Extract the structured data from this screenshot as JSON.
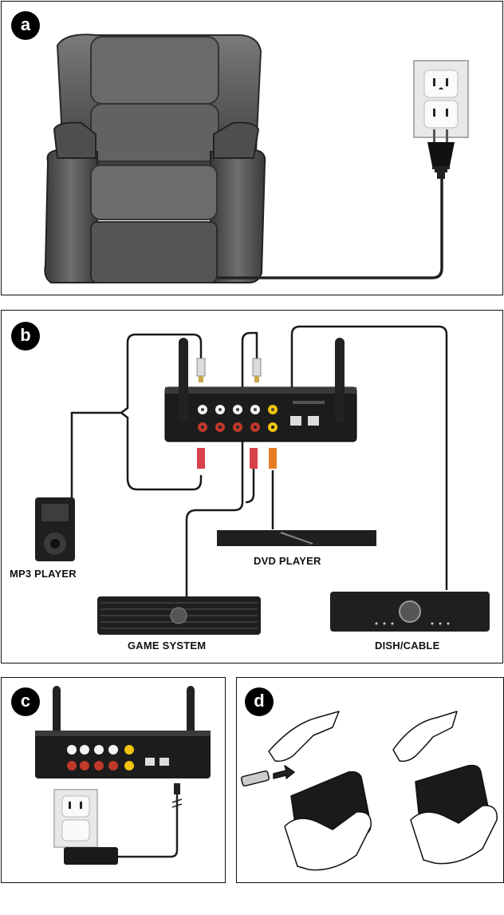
{
  "panels": {
    "a": {
      "badge": "a"
    },
    "b": {
      "badge": "b",
      "labels": {
        "mp3": "MP3 PLAYER",
        "dvd": "DVD PLAYER",
        "game": "GAME SYSTEM",
        "dish": "DISH/CABLE"
      }
    },
    "c": {
      "badge": "c"
    },
    "d": {
      "badge": "d"
    }
  },
  "colors": {
    "cable_red": "#d8404a",
    "cable_orange": "#e67e22",
    "cable_white": "#dcdcdc",
    "jack_red": "#c0392b",
    "jack_yellow": "#f1c40f",
    "device_dark": "#1c1c1c",
    "chair_gray": "#5e5e5e"
  },
  "icons": [
    "armchair-icon",
    "wall-outlet-icon",
    "plug-icon",
    "receiver-icon",
    "antenna-icon",
    "mp3-player-icon",
    "dvd-player-icon",
    "game-system-icon",
    "dish-box-icon",
    "power-adapter-icon",
    "hand-icon",
    "remote-control-icon",
    "battery-icon"
  ]
}
